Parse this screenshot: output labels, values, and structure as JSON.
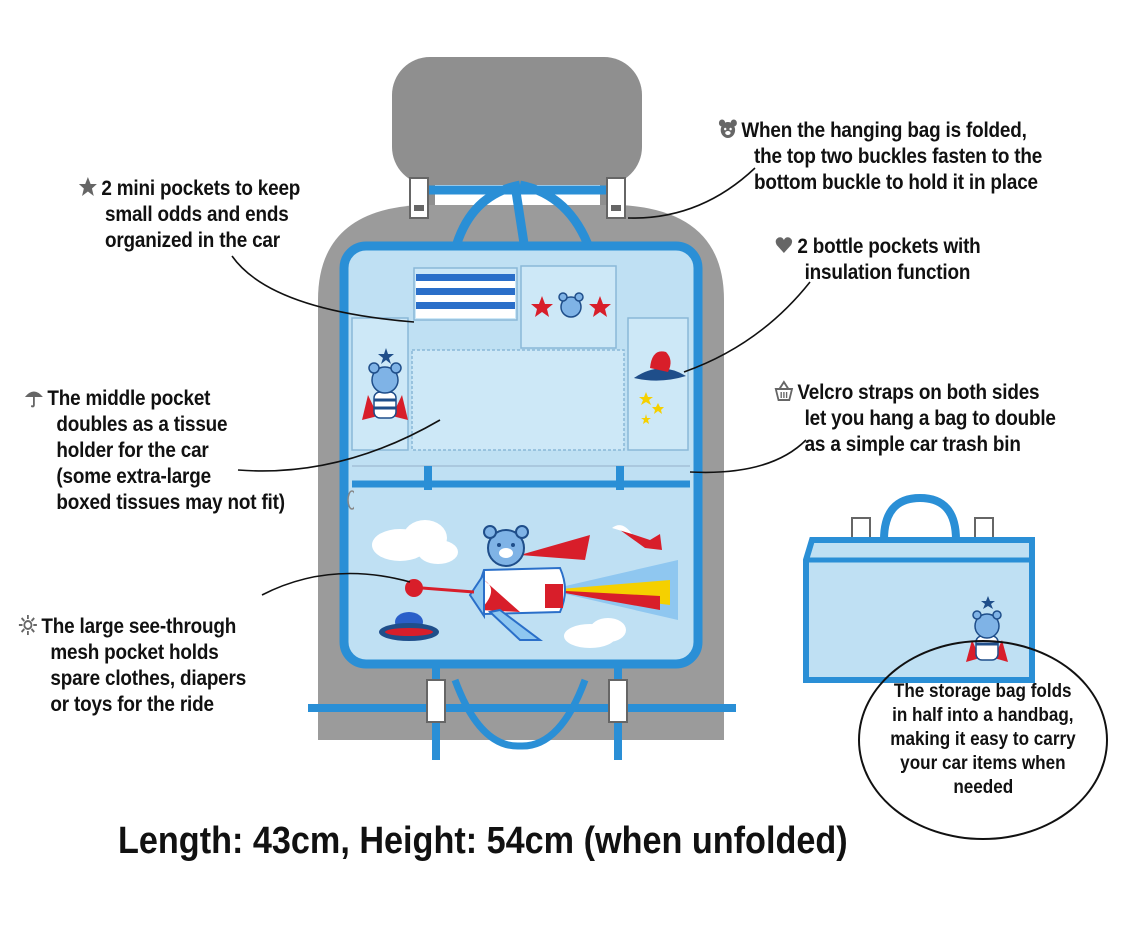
{
  "callouts": {
    "mini_pockets": [
      "2 mini pockets to keep",
      "small odds and ends",
      "organized in the car"
    ],
    "buckles": [
      "When the hanging bag is folded,",
      "the top two buckles fasten to the",
      "bottom buckle to hold it in place"
    ],
    "bottle_pockets": [
      "2 bottle pockets with",
      "insulation function"
    ],
    "tissue": [
      "The middle pocket",
      "doubles as a tissue",
      "holder for the car",
      "(some extra-large",
      "boxed tissues may not fit)"
    ],
    "velcro": [
      "Velcro straps on both sides",
      "let you hang a bag to double",
      "as a simple car trash bin"
    ],
    "mesh": [
      "The large see-through",
      "mesh pocket holds",
      "spare clothes, diapers",
      "or toys for the ride"
    ],
    "handbag": [
      "The storage bag folds",
      "in half into a handbag,",
      "making it easy to carry",
      "your car items when",
      "needed"
    ]
  },
  "icons": {
    "mini_pockets": "star-icon",
    "buckles": "bear-icon",
    "bottle_pockets": "heart-icon",
    "tissue": "umbrella-icon",
    "velcro": "basket-icon",
    "mesh": "sun-icon"
  },
  "dimensions": "Length: 43cm, Height: 54cm (when unfolded)",
  "colors": {
    "seat": "#9b9b9b",
    "headrest": "#8f8f8f",
    "organizer_fill": "#bfe0f3",
    "organizer_border": "#2a8fd6",
    "accent_red": "#d81e2a",
    "text": "#111111"
  }
}
